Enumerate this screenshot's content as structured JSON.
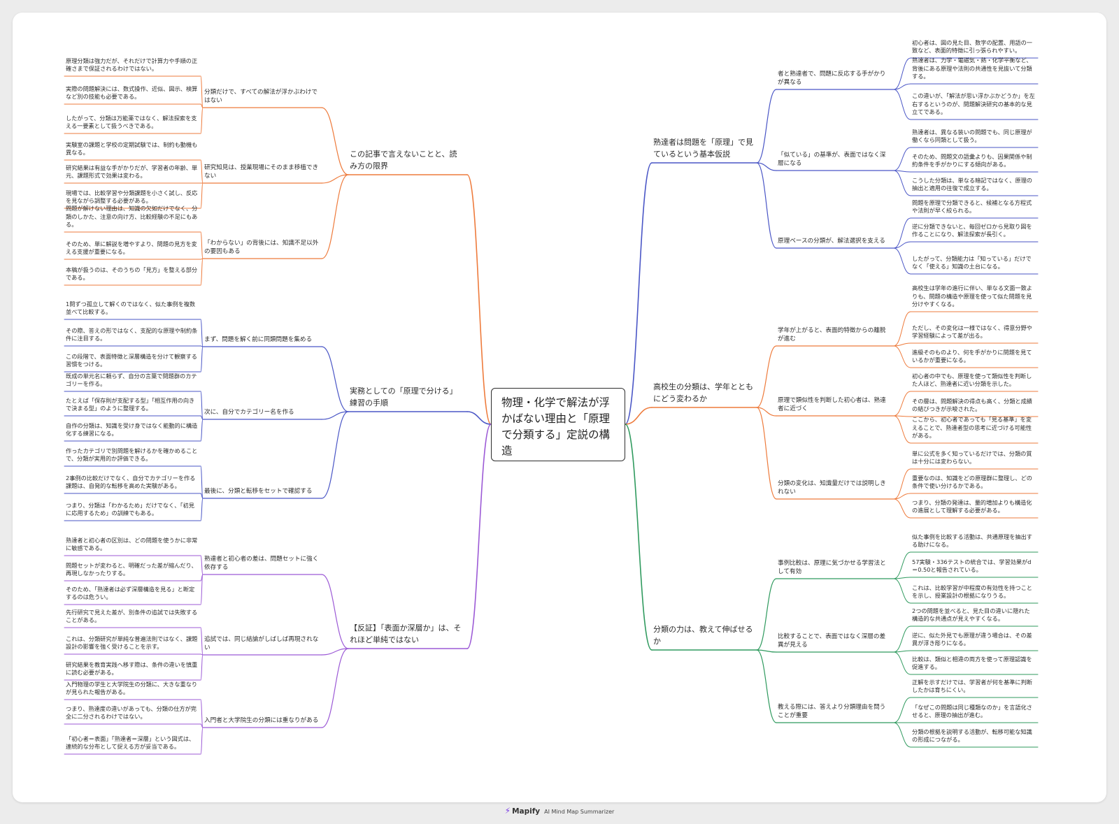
{
  "center": "物理・化学で解法が浮かばない理由と「原理で分類する」定説の構造",
  "branches": [
    {
      "title": "熟達者は問題を「原理」で見ているという基本仮説",
      "color": "#4a56c6",
      "subs": [
        {
          "title": "者と熟達者で、問題に反応する手がかりが異なる",
          "leaves": [
            "初心者は、図の見た目、数字の配置、用語の一致など、表面的特徴に引っ張られやすい。",
            "熟達者は、力学・電磁気・熱・化学平衡など、背後にある原理や法則の共通性を見抜いて分類する。",
            "この違いが、「解法が思い浮かぶかどうか」を左右するというのが、問題解決研究の基本的な見立てである。"
          ]
        },
        {
          "title": "「似ている」の基準が、表面ではなく深層になる",
          "leaves": [
            "熟達者は、異なる装いの問題でも、同じ原理が働くなら同類として扱う。",
            "そのため、問題文の語彙よりも、因果関係や制約条件を手がかりにする傾向がある。",
            "こうした分類は、単なる暗記ではなく、原理の抽出と適用の往復で成立する。"
          ]
        },
        {
          "title": "原理ベースの分類が、解法選択を支える",
          "leaves": [
            "問題を原理で分類できると、候補となる方程式や法則が早く絞られる。",
            "逆に分類できないと、毎回ゼロから見取り図を作ることになり、解法探索が長引く。",
            "したがって、分類能力は「知っている」だけでなく「使える」知識の土台になる。"
          ]
        }
      ]
    },
    {
      "title": "高校生の分類は、学年とともにどう変わるか",
      "color": "#ee7b3c",
      "subs": [
        {
          "title": "学年が上がると、表面的特徴からの離脱が進む",
          "leaves": [
            "高校生は学年の進行に伴い、単なる文面一致よりも、問題の構造や原理を使って似た問題を見分けやすくなる。",
            "ただし、その変化は一様ではなく、得意分野や学習経験によって差が出る。",
            "進級そのものより、何を手がかりに問題を見ているかが重要になる。"
          ]
        },
        {
          "title": "原理で類似性を判断した初心者は、熟達者に近づく",
          "leaves": [
            "初心者の中でも、原理を使って類似性を判断した人ほど、熟達者に近い分類を示した。",
            "その層は、問題解決の得点も高く、分類と成績の結びつきが示唆された。",
            "ここから、初心者であっても「見る基準」を変えることで、熟達者型の思考に近づける可能性がある。"
          ]
        },
        {
          "title": "分類の変化は、知識量だけでは説明しきれない",
          "leaves": [
            "単に公式を多く知っているだけでは、分類の質は十分には変わらない。",
            "重要なのは、知識をどの原理群に整理し、どの条件で使い分けるかである。",
            "つまり、分類の発達は、量的増加よりも構造化の進展として理解する必要がある。"
          ]
        }
      ]
    },
    {
      "title": "分類の力は、教えて伸ばせるか",
      "color": "#2f9a5e",
      "subs": [
        {
          "title": "事例比較は、原理に気づかせる学習法として有効",
          "leaves": [
            "似た事例を比較する活動は、共通原理を抽出する助けになる。",
            "57実験・336テストの統合では、学習効果がd＝0.50と報告されている。",
            "これは、比較学習が中程度の有効性を持つことを示し、授業設計の根拠になりうる。"
          ]
        },
        {
          "title": "比較することで、表面ではなく深層の差異が見える",
          "leaves": [
            "2つの問題を並べると、見た目の違いに隠れた構造的な共通点が見えやすくなる。",
            "逆に、似た外見でも原理が違う場合は、その差異が浮き彫りになる。",
            "比較は、類似と相違の両方を使って原理認識を促進する。"
          ]
        },
        {
          "title": "教える際には、答えより分類理由を問うことが重要",
          "leaves": [
            "正解を示すだけでは、学習者が何を基準に判断したかは育ちにくい。",
            "「なぜこの問題は同じ種類なのか」を言語化させると、原理の抽出が進む。",
            "分類の根拠を説明する活動が、転移可能な知識の形成につながる。"
          ]
        }
      ]
    },
    {
      "title": "この記事で言えないことと、読み方の限界",
      "color": "#ee7b3c",
      "subs": [
        {
          "title": "分類だけで、すべての解法が浮かぶわけではない",
          "leaves": [
            "原理分類は強力だが、それだけで計算力や手順の正確さまで保証されるわけではない。",
            "実際の問題解決には、数式操作、近似、図示、検算など別の技能も必要である。",
            "したがって、分類は万能薬ではなく、解法探索を支える一要素として扱うべきである。"
          ]
        },
        {
          "title": "研究知見は、授業現場にそのまま移植できない",
          "leaves": [
            "実験室の課題と学校の定期試験では、制約も動機も異なる。",
            "研究結果は有益な手がかりだが、学習者の年齢、単元、課題形式で効果は変わる。",
            "現場では、比較学習や分類課題を小さく試し、反応を見ながら調整する必要がある。"
          ]
        },
        {
          "title": "「わからない」の背後には、知識不足以外の要因もある",
          "leaves": [
            "問題が解けない理由は、知識の欠如だけでなく、分類のしかた、注意の向け方、比較経験の不足にもある。",
            "そのため、単に解説を増やすより、問題の見方を変える支援が重要になる。",
            "本稿が扱うのは、そのうちの「見方」を整える部分である。"
          ]
        }
      ]
    },
    {
      "title": "実務としての「原理で分ける」練習の手順",
      "color": "#4a56c6",
      "subs": [
        {
          "title": "まず、問題を解く前に同類問題を集める",
          "leaves": [
            "1問ずつ孤立して解くのではなく、似た事例を複数並べて比較する。",
            "その際、答えの形ではなく、支配的な原理や制約条件に注目する。",
            "この段階で、表面特徴と深層構造を分けて観察する習慣をつける。"
          ]
        },
        {
          "title": "次に、自分でカテゴリー名を作る",
          "leaves": [
            "既成の単元名に頼らず、自分の言葉で問題群のカテゴリーを作る。",
            "たとえば「保存則が支配する型」「相互作用の向きで決まる型」のように整理する。",
            "自作の分類は、知識を受け身ではなく能動的に構造化する練習になる。"
          ]
        },
        {
          "title": "最後に、分類と転移をセットで確認する",
          "leaves": [
            "作ったカテゴリで別問題を解けるかを確かめることで、分類が実用的か評価できる。",
            "2事例の比較だけでなく、自分でカテゴリーを作る課題は、自発的な転移を高めた実験がある。",
            "つまり、分類は「わかるため」だけでなく、「初見に応用するため」の訓練でもある。"
          ]
        }
      ]
    },
    {
      "title": "【反証】「表面か深層か」は、それほど単純ではない",
      "color": "#9c5ad6",
      "subs": [
        {
          "title": "熟達者と初心者の差は、問題セットに強く依存する",
          "leaves": [
            "熟達者と初心者の区別は、どの問題を使うかに非常に敏感である。",
            "問題セットが変わると、明確だった差が縮んだり、再現しなかったりする。",
            "そのため、「熟達者は必ず深層構造を見る」と断定するのは危うい。"
          ]
        },
        {
          "title": "追試では、同じ結論がしばしば再現されない",
          "leaves": [
            "先行研究で見えた差が、別条件の追試では失敗することがある。",
            "これは、分類研究が単純な普遍法則ではなく、課題設計の影響を強く受けることを示す。",
            "研究結果を教育実践へ移す際は、条件の違いを慎重に読む必要がある。"
          ]
        },
        {
          "title": "入門者と大学院生の分類には重なりがある",
          "leaves": [
            "入門物理の学生と大学院生の分類に、大きな重なりが見られた報告がある。",
            "つまり、熟達度の違いがあっても、分類の仕方が完全に二分されるわけではない。",
            "「初心者＝表面」「熟達者＝深層」という図式は、連続的な分布として捉える方が妥当である。"
          ]
        }
      ]
    }
  ],
  "footer": {
    "brand": "Mapify",
    "tagline": "AI Mind Map Summarizer"
  }
}
